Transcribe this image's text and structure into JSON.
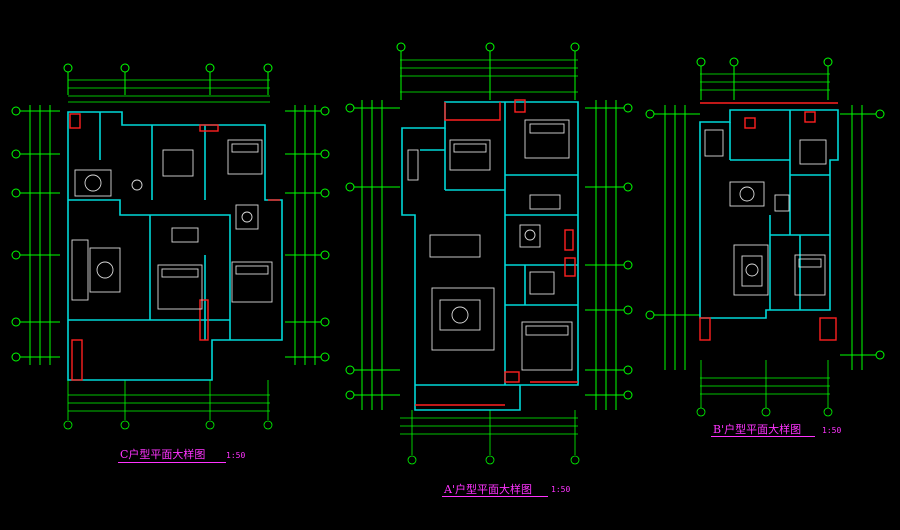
{
  "colors": {
    "background": "#000000",
    "wall": "#00d8d8",
    "dimension": "#00ff00",
    "accent": "#ff2020",
    "furniture": "#d9d9d9",
    "title": "#ff33ff",
    "yellow": "#ffff33"
  },
  "plans": [
    {
      "title": "C户型平面大样图",
      "scale": "1:50"
    },
    {
      "title": "A'户型平面大样图",
      "scale": "1:50"
    },
    {
      "title": "B'户型平面大样图",
      "scale": "1:50"
    }
  ]
}
